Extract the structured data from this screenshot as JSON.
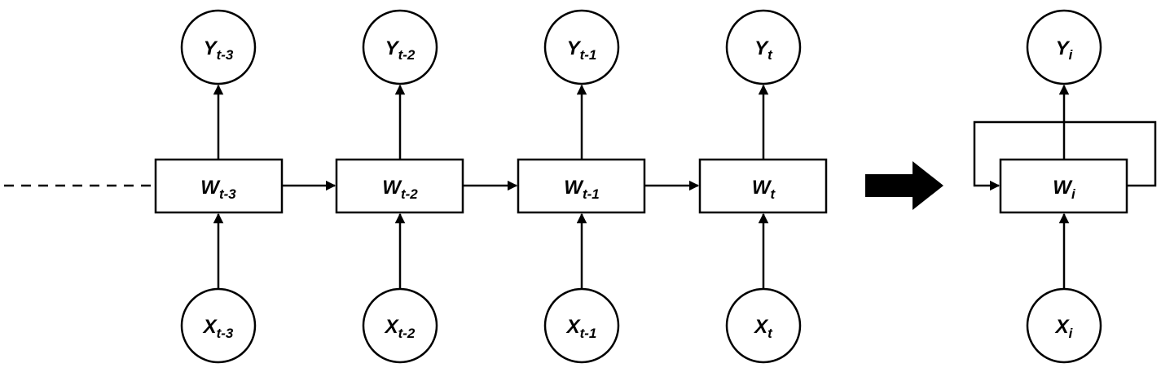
{
  "diagram": {
    "unrolled": [
      {
        "y": "Y",
        "y_sub": "t-3",
        "w": "W",
        "w_sub": "t-3",
        "x": "X",
        "x_sub": "t-3"
      },
      {
        "y": "Y",
        "y_sub": "t-2",
        "w": "W",
        "w_sub": "t-2",
        "x": "X",
        "x_sub": "t-2"
      },
      {
        "y": "Y",
        "y_sub": "t-1",
        "w": "W",
        "w_sub": "t-1",
        "x": "X",
        "x_sub": "t-1"
      },
      {
        "y": "Y",
        "y_sub": "t",
        "w": "W",
        "w_sub": "t",
        "x": "X",
        "x_sub": "t"
      }
    ],
    "folded": {
      "y": "Y",
      "y_sub": "i",
      "w": "W",
      "w_sub": "i",
      "x": "X",
      "x_sub": "i"
    }
  }
}
